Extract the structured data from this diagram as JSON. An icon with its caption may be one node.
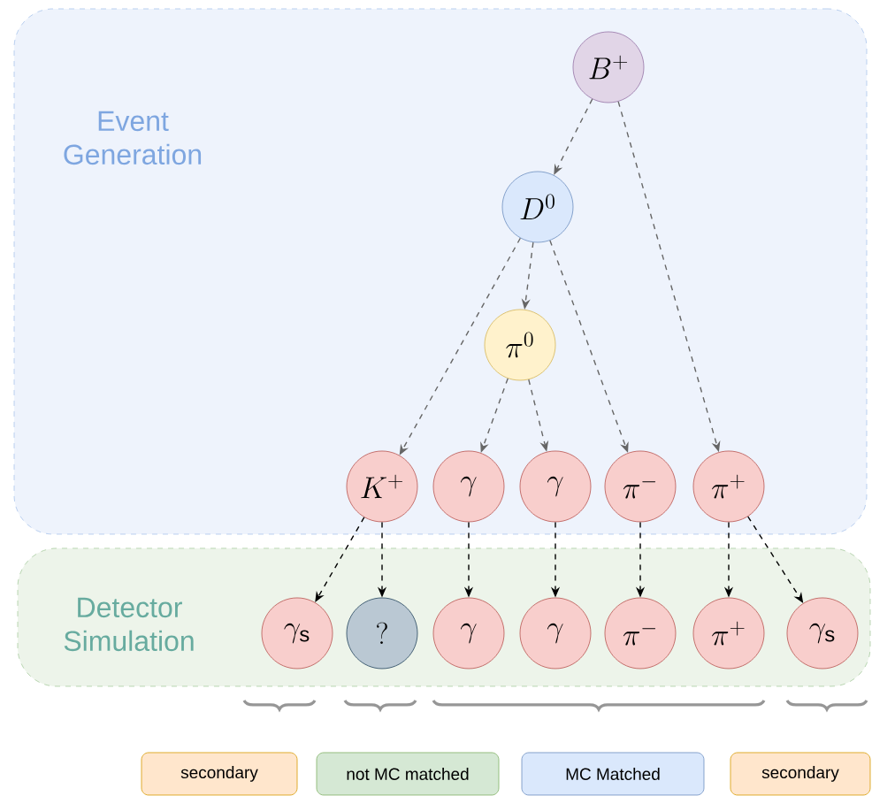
{
  "diagram": {
    "nodes": [
      {
        "text": [
          "Event Generation"
        ]
      },
      {
        "text": [
          "Detector Simulation"
        ]
      },
      {
        "text": [
          "B^{+}"
        ],
        "in": 0
      },
      {
        "text": [
          "D^{0}"
        ],
        "in": 0
      },
      {
        "text": [
          "\\pi^{0}"
        ],
        "in": 0
      },
      {
        "text": [
          "K^{+}"
        ],
        "in": 0
      },
      {
        "text": [
          "\\gamma"
        ],
        "in": 0
      },
      {
        "text": [
          "\\gamma"
        ],
        "in": 0
      },
      {
        "text": [
          "\\pi^{-}"
        ],
        "in": 0
      },
      {
        "text": [
          "\\pi^{+}"
        ],
        "in": 0
      },
      {
        "text": [
          "\\gamma_{\\mathrm{s}}"
        ],
        "in": 1
      },
      {
        "text": [
          "?"
        ],
        "in": 1
      },
      {
        "text": [
          "\\gamma"
        ],
        "in": 1
      },
      {
        "text": [
          "\\gamma"
        ],
        "in": 1
      },
      {
        "text": [
          "\\pi^{-}"
        ],
        "in": 1
      },
      {
        "text": [
          "\\pi^{+}"
        ],
        "in": 1
      },
      {
        "text": [
          "\\gamma_{\\mathrm{s}}"
        ],
        "in": 1
      },
      {
        "text": [
          "secondary"
        ]
      },
      {
        "text": [
          "not MC matched"
        ]
      },
      {
        "text": [
          "MC Matched"
        ]
      },
      {
        "text": [
          "secondary"
        ]
      }
    ],
    "edges": [
      {
        "from": 2,
        "to": 3,
        "arrow": "to",
        "style": "dashed"
      },
      {
        "from": 2,
        "to": 9,
        "arrow": "to",
        "style": "dashed"
      },
      {
        "from": 3,
        "to": 4,
        "arrow": "to",
        "style": "dashed"
      },
      {
        "from": 3,
        "to": 5,
        "arrow": "to",
        "style": "dashed"
      },
      {
        "from": 3,
        "to": 8,
        "arrow": "to",
        "style": "dashed"
      },
      {
        "from": 4,
        "to": 6,
        "arrow": "to",
        "style": "dashed"
      },
      {
        "from": 4,
        "to": 7,
        "arrow": "to",
        "style": "dashed"
      },
      {
        "from": 5,
        "to": 10,
        "arrow": "to",
        "style": "dashed",
        "color": "#000000"
      },
      {
        "from": 5,
        "to": 11,
        "arrow": "to",
        "style": "dashed",
        "color": "#000000"
      },
      {
        "from": 6,
        "to": 12,
        "arrow": "to",
        "style": "dashed",
        "color": "#000000"
      },
      {
        "from": 7,
        "to": 13,
        "arrow": "to",
        "style": "dashed",
        "color": "#000000"
      },
      {
        "from": 8,
        "to": 14,
        "arrow": "to",
        "style": "dashed",
        "color": "#000000"
      },
      {
        "from": 9,
        "to": 15,
        "arrow": "to",
        "style": "dashed",
        "color": "#000000"
      },
      {
        "from": 9,
        "to": 16,
        "arrow": "to",
        "style": "dashed",
        "color": "#000000"
      }
    ]
  }
}
